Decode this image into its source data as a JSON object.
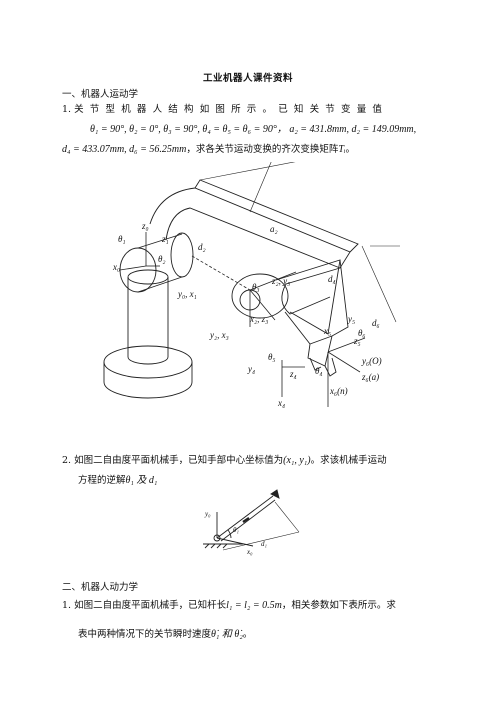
{
  "title": "工业机器人课件资料",
  "section1": {
    "heading": "一、机器人运动学",
    "q1": {
      "num": "1.",
      "text": "关节型机器人结构如图所示。已知关节变量值",
      "params_line1": "θ₁ = 90°, θ₂ = 0°, θ₃ = 90°, θ₄ = θ₅ = θ₆ = 90°，  a₂ = 431.8mm, d₂ = 149.09mm,",
      "params_line2": "d₄ = 433.07mm, d₆ = 56.25mm",
      "tail": "，求各关节运动变换的齐次变换矩阵",
      "tail_var": "Tᵢ",
      "tail_end": "。"
    },
    "q2": {
      "num": "2.",
      "text_a": "如图二自由度平面机械手，已知手部中心坐标值为",
      "coord": "(x₁, y₁)",
      "text_b": "。求该机械手运动",
      "text_c": "方程的逆解",
      "vars": "θ₁ 及 d₁"
    }
  },
  "section2": {
    "heading": "二、机器人动力学",
    "q1": {
      "num": "1.",
      "text_a": "如图二自由度平面机械手，已知杆长",
      "lengths": "l₁ = l₂ = 0.5m",
      "text_b": "，相关参数如下表所示。求",
      "text_c": "表中两种情况下的关节瞬时速度",
      "vars": "θ̇₁ 和 θ̇₂",
      "end": "。"
    }
  },
  "figure1_labels": {
    "theta1": "θ₁",
    "z0": "z₀",
    "z1": "z₁",
    "x0": "x₀",
    "theta2": "θ₂",
    "d2": "d₂",
    "y0x1": "y₀, x₁",
    "a2": "a₂",
    "z2y3": "z₂, y₃",
    "d4": "d₄",
    "theta3": "θ₃",
    "x2z3": "x₂, z₃",
    "y2x3": "y₂, x₃",
    "y5": "y₅",
    "x5": "x₅",
    "d6": "d₆",
    "theta6": "θ₆",
    "z5": "z₅",
    "theta5": "θ₅",
    "theta4": "θ₄",
    "y4": "y₄",
    "z4": "z₄",
    "x4": "x₄",
    "y6": "y₆(O)",
    "z6": "z₆(a)",
    "x6": "x₆(n)"
  },
  "figure2_labels": {
    "y0": "y₀",
    "x0": "x₀",
    "theta1": "θ₁",
    "d1": "d₁"
  }
}
